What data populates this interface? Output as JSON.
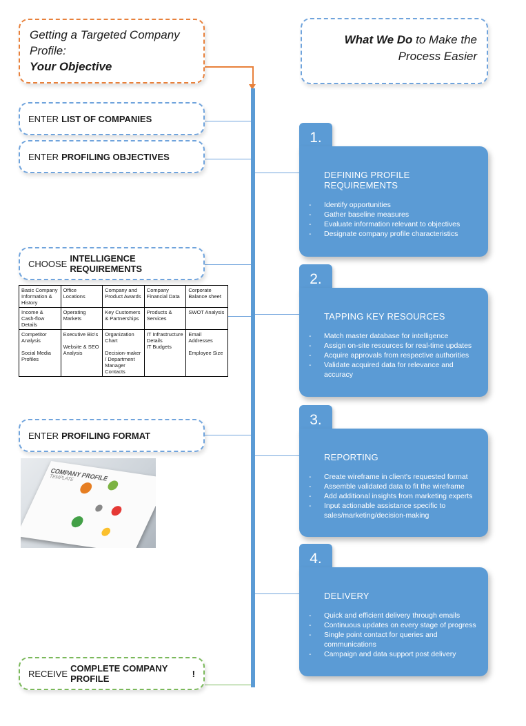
{
  "objective": {
    "line1": "Getting a Targeted Company",
    "line2": "Profile:",
    "line3": "Your Objective"
  },
  "what_we_do": {
    "bold": "What We Do",
    "rest": " to Make the",
    "line2": "Process Easier"
  },
  "steps": [
    {
      "prefix": "ENTER",
      "bold": "LIST OF COMPANIES",
      "suffix": ""
    },
    {
      "prefix": "ENTER",
      "bold": "PROFILING OBJECTIVES",
      "suffix": ""
    },
    {
      "prefix": "CHOOSE",
      "bold": "INTELLIGENCE REQUIREMENTS",
      "suffix": ""
    },
    {
      "prefix": "ENTER",
      "bold": "PROFILING FORMAT",
      "suffix": ""
    },
    {
      "prefix": "RECEIVE",
      "bold": "COMPLETE COMPANY PROFILE",
      "suffix": "!"
    }
  ],
  "intel_table": [
    [
      "Basic Company Information & History",
      "Office Locations",
      "Company and Product Awards",
      "Company Financial Data",
      "Corporate Balance sheet"
    ],
    [
      "Income & Cash-flow Details",
      "Operating Markets",
      "Key Customers & Partnerships",
      "Products & Services",
      "SWOT Analysis"
    ],
    [
      "Competitor Analysis\n\nSocial Media Profiles",
      "Executive Bio's\n\nWebsite & SEO Analysis",
      "Organization Chart\n\nDecision-maker / Department Manager Contacts",
      "IT Infrastructure Details\nIT Budgets",
      "Email Addresses\n\nEmployee Size"
    ]
  ],
  "thumbnail": {
    "title": "COMPANY PROFILE",
    "subtitle": "TEMPLATE"
  },
  "cards": [
    {
      "num": "1.",
      "title": "DEFINING PROFILE REQUIREMENTS",
      "items": [
        "Identify opportunities",
        "Gather baseline measures",
        "Evaluate information relevant to objectives",
        "Designate company profile characteristics"
      ]
    },
    {
      "num": "2.",
      "title": "TAPPING KEY RESOURCES",
      "items": [
        "Match master database for intelligence",
        "Assign on-site resources for real-time updates",
        "Acquire approvals from respective authorities",
        "Validate acquired data for relevance and accuracy"
      ]
    },
    {
      "num": "3.",
      "title": "REPORTING",
      "items": [
        "Create wireframe in client's requested format",
        "Assemble validated data to fit the wireframe",
        "Add additional insights from marketing experts",
        "Input actionable assistance specific to sales/marketing/decision-making"
      ]
    },
    {
      "num": "4.",
      "title": "DELIVERY",
      "items": [
        "Quick and efficient delivery through emails",
        "Continuous updates on every stage of progress",
        "Single point contact for queries and communications",
        "Campaign and data support post delivery"
      ]
    }
  ],
  "colors": {
    "accent_blue": "#5b9bd5",
    "orange": "#e8803a",
    "green": "#7ab85a"
  }
}
